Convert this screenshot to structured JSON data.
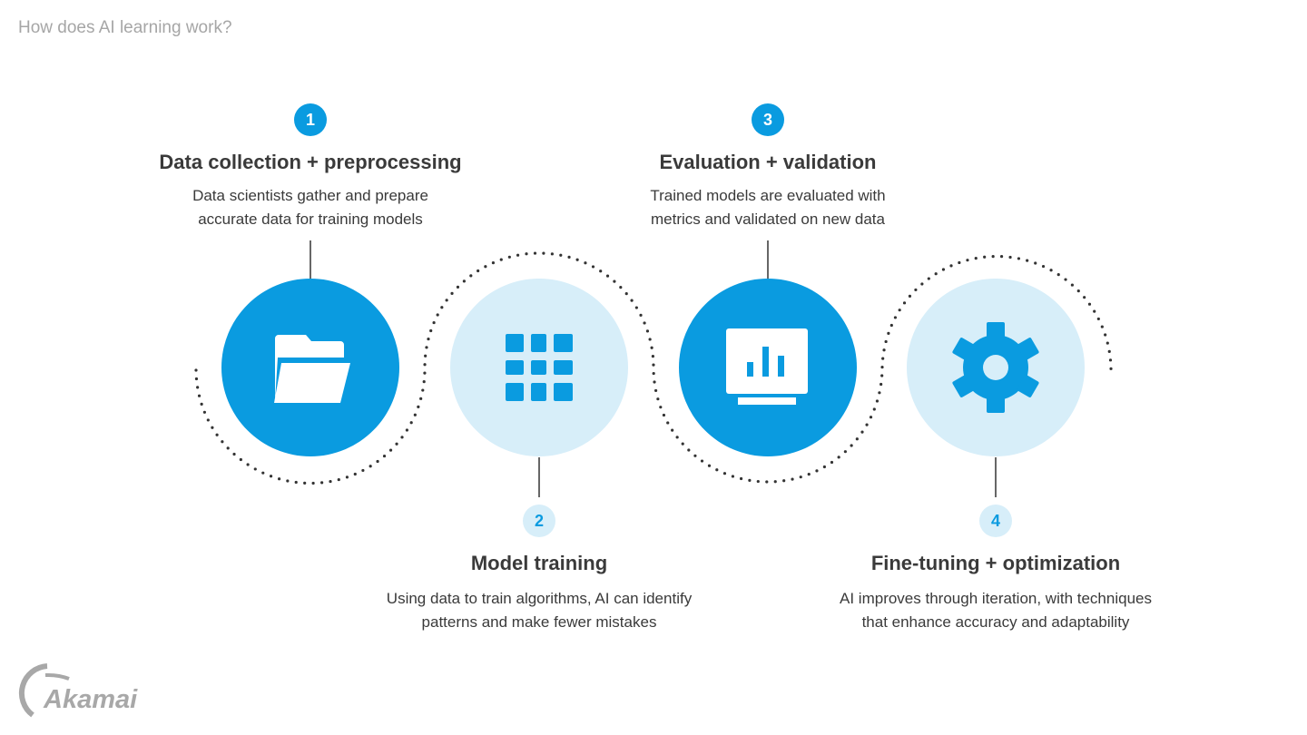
{
  "title": "How does AI learning work?",
  "steps": [
    {
      "number": "1",
      "title": "Data collection + preprocessing",
      "desc1": "Data scientists gather and prepare",
      "desc2": "accurate data for training models",
      "icon": "folder-icon"
    },
    {
      "number": "2",
      "title": "Model training",
      "desc1": "Using data to train algorithms, AI can identify",
      "desc2": "patterns and make fewer mistakes",
      "icon": "grid-icon"
    },
    {
      "number": "3",
      "title": "Evaluation + validation",
      "desc1": "Trained models are evaluated with",
      "desc2": "metrics and validated on new data",
      "icon": "monitor-chart-icon"
    },
    {
      "number": "4",
      "title": "Fine-tuning + optimization",
      "desc1": "AI improves through iteration, with techniques",
      "desc2": "that enhance accuracy and adaptability",
      "icon": "gear-icon"
    }
  ],
  "logo": "Akamai",
  "colors": {
    "dark": "#0a9be0",
    "light": "#d7eef9"
  }
}
